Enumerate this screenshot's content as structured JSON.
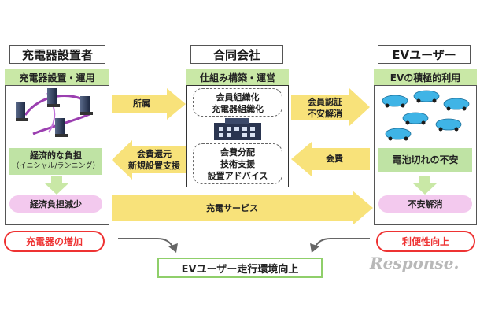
{
  "left": {
    "title": "充電器設置者",
    "subtitle": "充電器設置・運用",
    "burden_line1": "経済的な負担",
    "burden_line2": "（イニシャル/ランニング）",
    "reduce": "経済負担減少",
    "result": "充電器の増加"
  },
  "center": {
    "title": "合同会社",
    "subtitle": "仕組み構築・運営",
    "top_line1": "会員組織化",
    "top_line2": "充電器組織化",
    "bottom_line1": "会費分配",
    "bottom_line2": "技術支援",
    "bottom_line3": "設置アドバイス"
  },
  "right": {
    "title": "EVユーザー",
    "subtitle": "EVの積極的利用",
    "worry": "電池切れの不安",
    "relief": "不安解消",
    "result": "利便性向上"
  },
  "arrows": {
    "affiliation": "所属",
    "refund_line1": "会費還元",
    "refund_line2": "新規設置支援",
    "auth_line1": "会員認証",
    "auth_line2": "不安解消",
    "fee": "会費",
    "charging_service": "充電サービス"
  },
  "bottom": {
    "label": "EVユーザー走行環境向上"
  },
  "watermark": "Response."
}
